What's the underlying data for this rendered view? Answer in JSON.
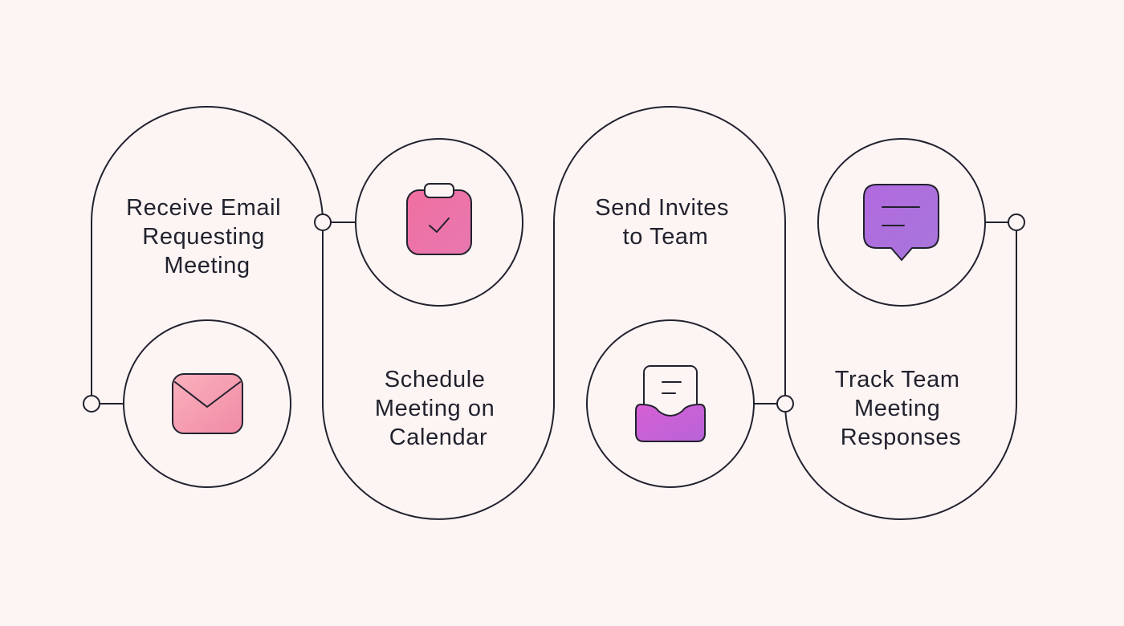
{
  "colors": {
    "background": "#fdf5f4",
    "ink": "#22222e",
    "email_icon": "#f5a0b2",
    "calendar_icon": "#ee6fa6",
    "inbox_icon": "#c463d6",
    "chat_icon": "#ad70de"
  },
  "steps": [
    {
      "label_lines": [
        "Receive Email",
        "Requesting",
        "Meeting"
      ],
      "icon": "envelope-icon"
    },
    {
      "label_lines": [
        "Schedule",
        "Meeting on",
        "Calendar"
      ],
      "icon": "clipboard-check-icon"
    },
    {
      "label_lines": [
        "Send Invites",
        "to Team"
      ],
      "icon": "inbox-tray-icon"
    },
    {
      "label_lines": [
        "Track Team",
        "Meeting",
        "Responses"
      ],
      "icon": "chat-bubble-icon"
    }
  ]
}
